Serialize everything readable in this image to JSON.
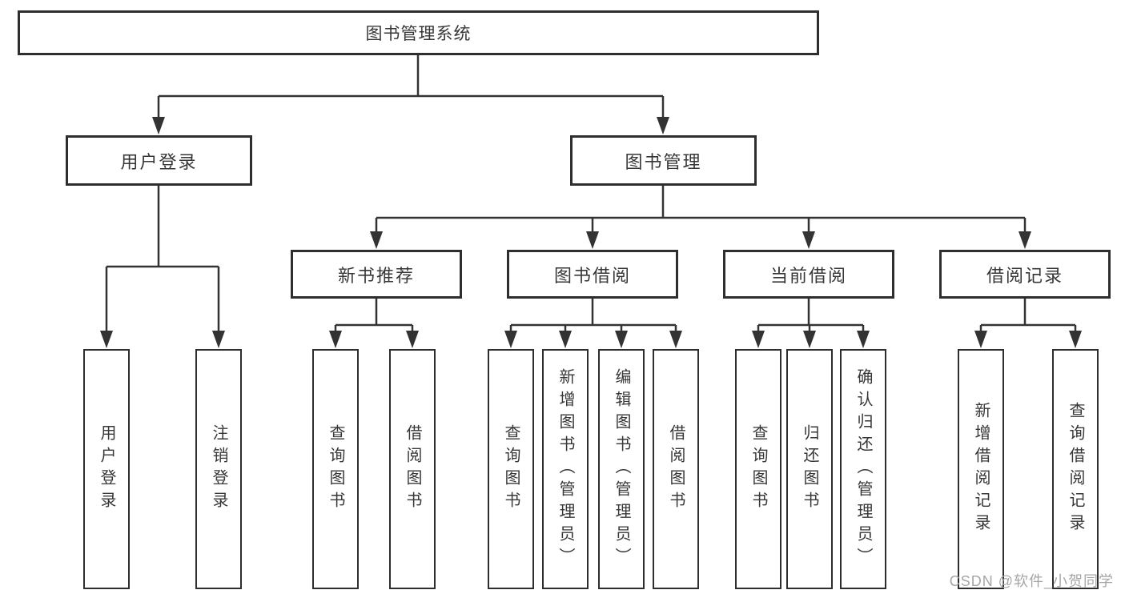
{
  "title": "图书管理系统",
  "watermark": "CSDN @软件_小贺同学",
  "colors": {
    "line": "#333333",
    "border": "#2e2e2e",
    "text": "#373737",
    "watermark": "#a6a6a6",
    "background": "#ffffff"
  },
  "tree": {
    "label": "图书管理系统",
    "children": [
      {
        "label": "用户登录",
        "children": [
          {
            "label": "用户登录"
          },
          {
            "label": "注销登录"
          }
        ]
      },
      {
        "label": "图书管理",
        "children": [
          {
            "label": "新书推荐",
            "children": [
              {
                "label": "查询图书"
              },
              {
                "label": "借阅图书"
              }
            ]
          },
          {
            "label": "图书借阅",
            "children": [
              {
                "label": "查询图书"
              },
              {
                "label": "新增图书（管理员）"
              },
              {
                "label": "编辑图书（管理员）"
              },
              {
                "label": "借阅图书"
              }
            ]
          },
          {
            "label": "当前借阅",
            "children": [
              {
                "label": "查询图书"
              },
              {
                "label": "归还图书"
              },
              {
                "label": "确认归还（管理员）"
              }
            ]
          },
          {
            "label": "借阅记录",
            "children": [
              {
                "label": "新增借阅记录"
              },
              {
                "label": "查询借阅记录"
              }
            ]
          }
        ]
      }
    ]
  }
}
